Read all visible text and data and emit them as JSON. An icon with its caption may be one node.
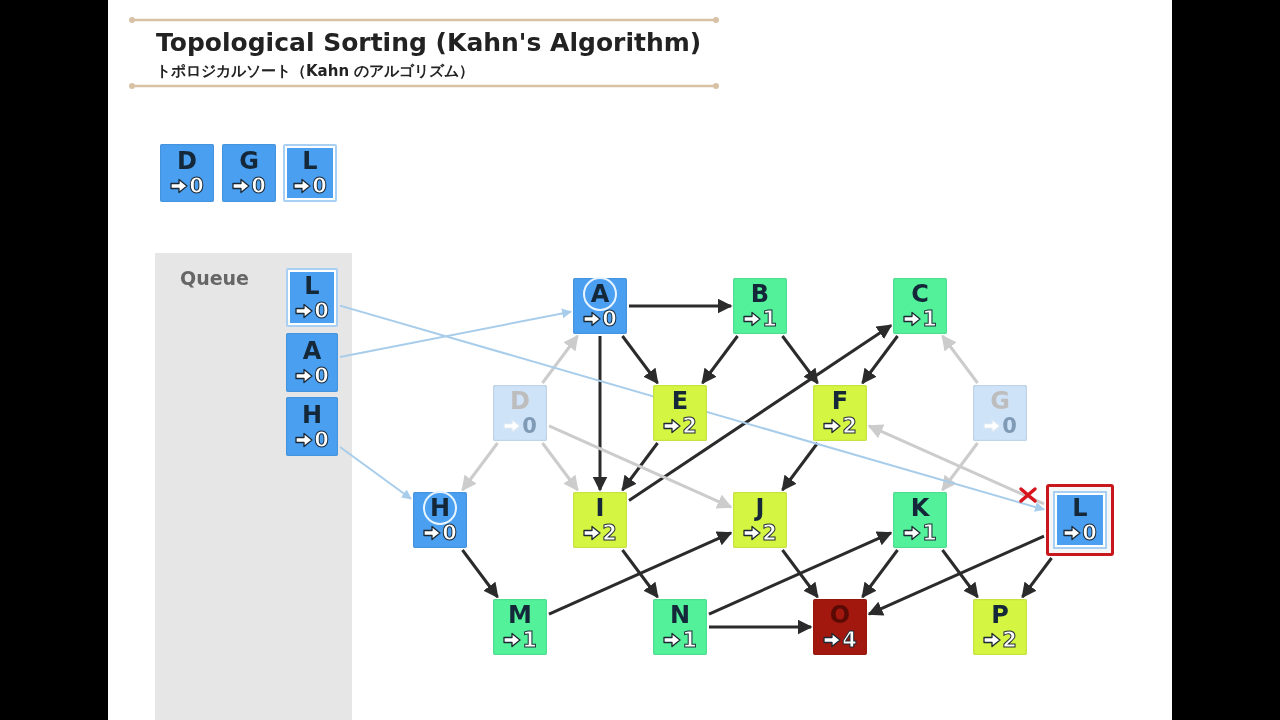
{
  "diagram": {
    "title": "Topological Sorting (Kahn's Algorithm)",
    "nodes": [
      {
        "text": [
          "D",
          "0"
        ]
      },
      {
        "text": [
          "G",
          "0"
        ]
      },
      {
        "text": [
          "L",
          "0"
        ]
      },
      {
        "text": [
          "Queue"
        ]
      },
      {
        "text": [
          "L",
          "0"
        ],
        "in": 3
      },
      {
        "text": [
          "A",
          "0"
        ],
        "in": 3
      },
      {
        "text": [
          "H",
          "0"
        ],
        "in": 3
      },
      {
        "text": [
          "A",
          "0"
        ]
      },
      {
        "text": [
          "B",
          "1"
        ]
      },
      {
        "text": [
          "C",
          "1"
        ]
      },
      {
        "text": [
          "D",
          "0"
        ]
      },
      {
        "text": [
          "E",
          "2"
        ]
      },
      {
        "text": [
          "F",
          "2"
        ]
      },
      {
        "text": [
          "G",
          "0"
        ]
      },
      {
        "text": [
          "H",
          "0"
        ]
      },
      {
        "text": [
          "I",
          "2"
        ]
      },
      {
        "text": [
          "J",
          "2"
        ]
      },
      {
        "text": [
          "K",
          "1"
        ]
      },
      {
        "text": [
          "L",
          "0"
        ]
      },
      {
        "text": [
          "M",
          "1"
        ]
      },
      {
        "text": [
          "N",
          "1"
        ]
      },
      {
        "text": [
          "O",
          "4"
        ]
      },
      {
        "text": [
          "P",
          "2"
        ]
      }
    ],
    "edges": [
      {
        "from": 7,
        "to": 8,
        "arrow": "to"
      },
      {
        "from": 7,
        "to": 11,
        "arrow": "to"
      },
      {
        "from": 7,
        "to": 15,
        "arrow": "to"
      },
      {
        "from": 8,
        "to": 11,
        "arrow": "to"
      },
      {
        "from": 8,
        "to": 12,
        "arrow": "to"
      },
      {
        "from": 9,
        "to": 12,
        "arrow": "to"
      },
      {
        "from": 15,
        "to": 9,
        "arrow": "to"
      },
      {
        "from": 11,
        "to": 15,
        "arrow": "to"
      },
      {
        "from": 12,
        "to": 16,
        "arrow": "to"
      },
      {
        "from": 14,
        "to": 19,
        "arrow": "to"
      },
      {
        "from": 15,
        "to": 20,
        "arrow": "to"
      },
      {
        "from": 16,
        "to": 21,
        "arrow": "to"
      },
      {
        "from": 19,
        "to": 16,
        "arrow": "to"
      },
      {
        "from": 20,
        "to": 17,
        "arrow": "to"
      },
      {
        "from": 20,
        "to": 21,
        "arrow": "to"
      },
      {
        "from": 17,
        "to": 21,
        "arrow": "to"
      },
      {
        "from": 17,
        "to": 22,
        "arrow": "to"
      },
      {
        "from": 18,
        "to": 21,
        "arrow": "to"
      },
      {
        "from": 18,
        "to": 22,
        "arrow": "to"
      },
      {
        "from": 10,
        "to": 7,
        "arrow": "to",
        "color": "#cccccc"
      },
      {
        "from": 10,
        "to": 14,
        "arrow": "to",
        "color": "#cccccc"
      },
      {
        "from": 10,
        "to": 15,
        "arrow": "to",
        "color": "#cccccc"
      },
      {
        "from": 10,
        "to": 16,
        "arrow": "to",
        "color": "#cccccc"
      },
      {
        "from": 13,
        "to": 9,
        "arrow": "to",
        "color": "#cccccc"
      },
      {
        "from": 13,
        "to": 17,
        "arrow": "to",
        "color": "#cccccc"
      },
      {
        "from": 18,
        "to": 12,
        "arrow": "to",
        "color": "#cccccc"
      },
      {
        "from": 4,
        "to": 18,
        "arrow": "to",
        "color": "#a8cdeb"
      },
      {
        "from": 5,
        "to": 7,
        "arrow": "to",
        "color": "#a8cdeb"
      },
      {
        "from": 6,
        "to": 14,
        "arrow": "to",
        "color": "#a8cdeb"
      }
    ],
    "labels": [
      "トポロジカルソート（Kahn のアルゴリズム）"
    ]
  }
}
